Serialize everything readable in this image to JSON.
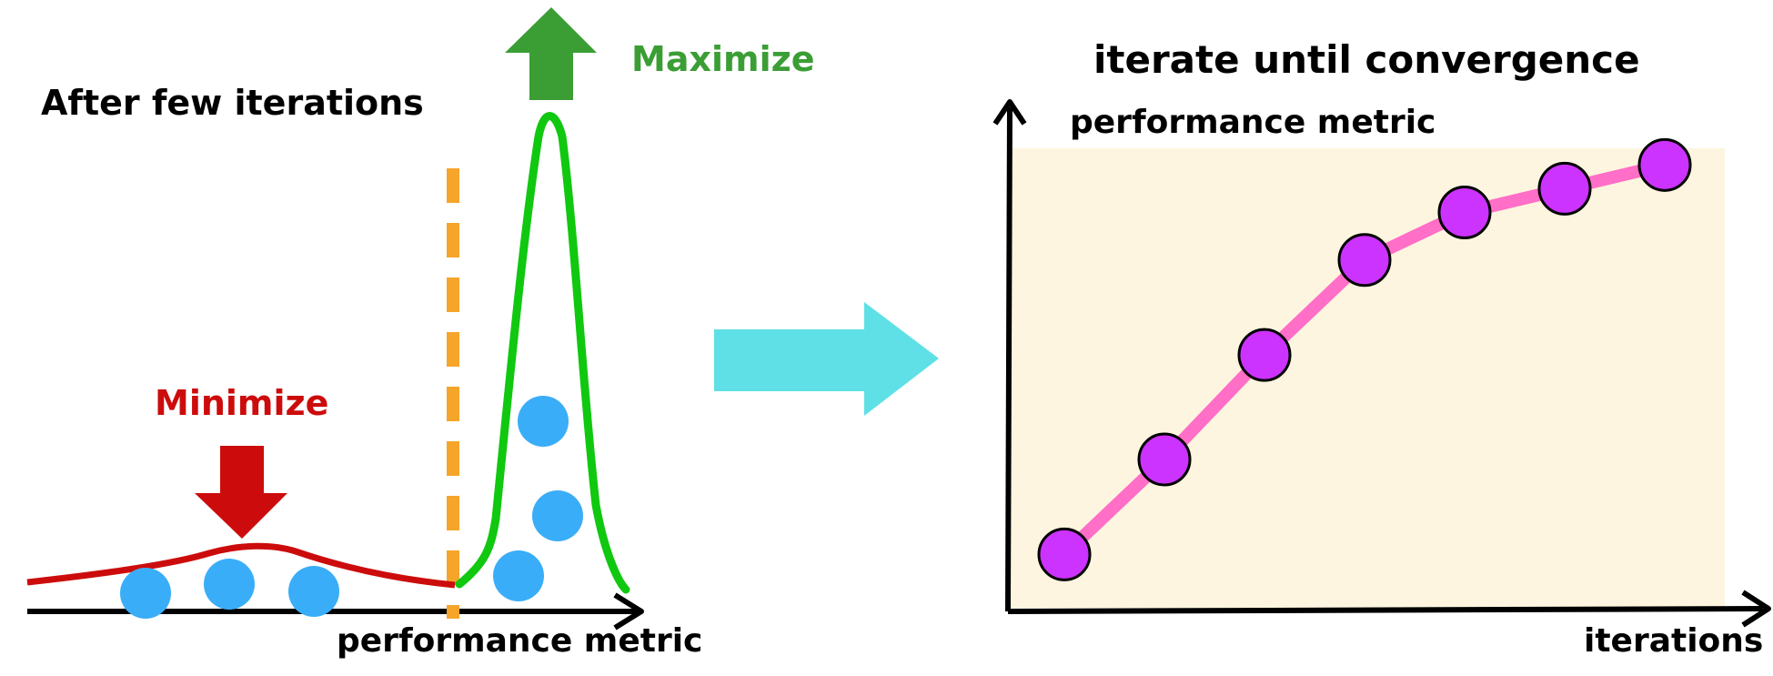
{
  "left_panel": {
    "title": "After few iterations",
    "minimize_label": "Minimize",
    "maximize_label": "Maximize",
    "x_axis_label": "performance metric",
    "colors": {
      "minimize": "#cc0c0c",
      "maximize": "#3b9e35",
      "threshold": "#f5a52a",
      "negative_curve": "#cc0c0c",
      "positive_curve": "#10c810",
      "points": "#3aadf8",
      "axis": "#000000"
    }
  },
  "transition_arrow": {
    "icon": "right-arrow-icon",
    "color": "#5ee0e6"
  },
  "right_panel": {
    "title": "iterate until convergence",
    "y_axis_label": "performance metric",
    "x_axis_label": "iterations",
    "colors": {
      "plot_bg": "#fdf5df",
      "line": "#ff6ec7",
      "marker": "#cc33ff",
      "marker_edge": "#000000"
    }
  },
  "chart_data": {
    "type": "line",
    "title": "iterate until convergence",
    "xlabel": "iterations",
    "ylabel": "performance metric",
    "x": [
      1,
      2,
      3,
      4,
      5,
      6,
      7
    ],
    "y": [
      0.12,
      0.32,
      0.54,
      0.74,
      0.84,
      0.89,
      0.94
    ],
    "ylim": [
      0,
      1
    ],
    "grid": false,
    "markers": "circle"
  }
}
